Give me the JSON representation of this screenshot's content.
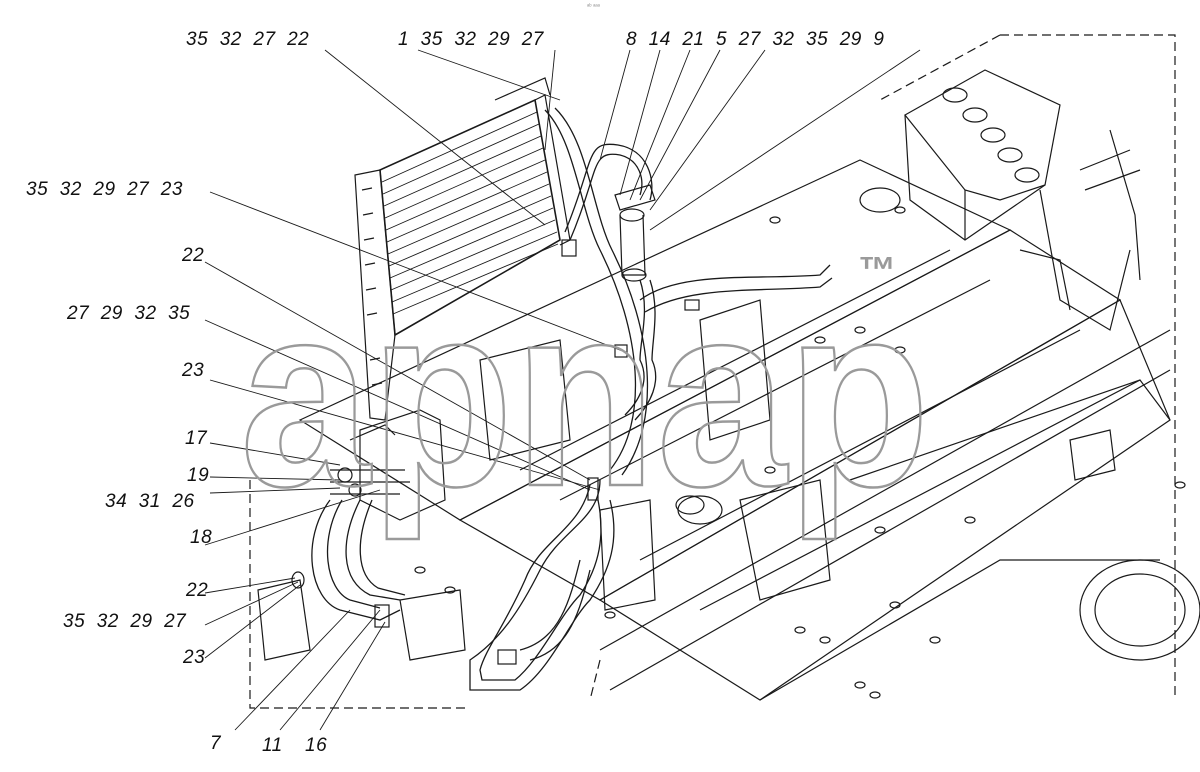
{
  "header_mark": "ᵃᵇ ᵃᵃᵃ",
  "watermark": {
    "text": "apnap",
    "trademark": "™"
  },
  "callouts": {
    "c1": "35  32  27  22",
    "c2": "1  35  32  29  27",
    "c3": "8  14  21  5  27  32  35  29  9",
    "c4": "35  32  29  27  23",
    "c5": "22",
    "c6": "27  29  32  35",
    "c7": "23",
    "c8": "17",
    "c9": "19",
    "c10": "34  31  26",
    "c11": "18",
    "c12": "22",
    "c13": "35  32  29  27",
    "c14": "23",
    "c15": "7",
    "c16": "11",
    "c17": "16"
  }
}
